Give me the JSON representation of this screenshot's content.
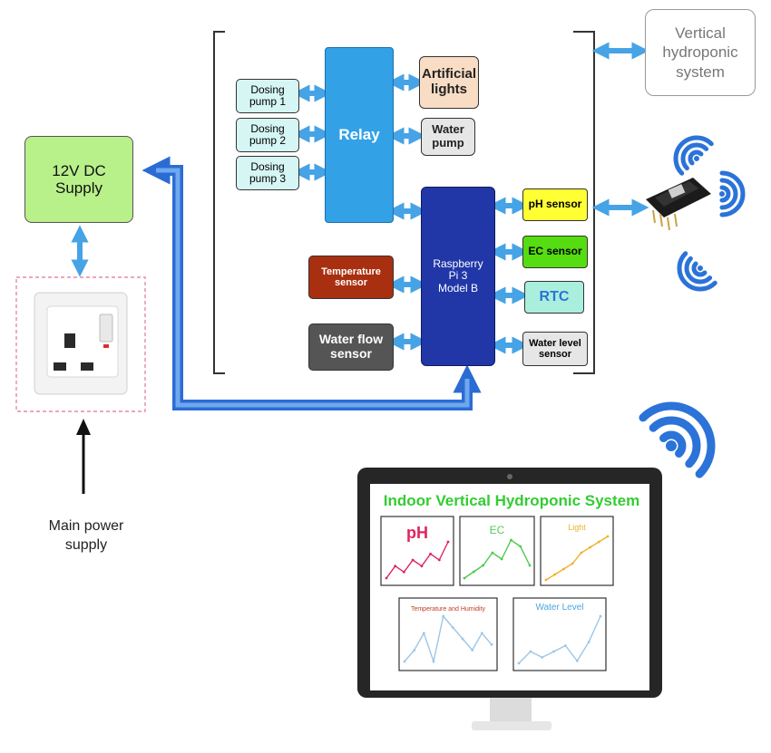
{
  "power": {
    "supply_label": "12V DC\nSupply",
    "main_label": "Main power\nsupply"
  },
  "controller": {
    "relay_label": "Relay",
    "pi_label": "Raspberry\nPi 3\nModel B"
  },
  "actuators": [
    {
      "label": "Dosing\npump 1"
    },
    {
      "label": "Dosing\npump 2"
    },
    {
      "label": "Dosing\npump 3"
    },
    {
      "label": "Artificial\nlights"
    },
    {
      "label": "Water\npump"
    }
  ],
  "sensors": [
    {
      "label": "pH sensor"
    },
    {
      "label": "EC sensor"
    },
    {
      "label": "RTC"
    },
    {
      "label": "Water level\nsensor"
    },
    {
      "label": "Temperature\nsensor"
    },
    {
      "label": "Water flow\nsensor"
    }
  ],
  "system": {
    "label": "Vertical\nhydroponic\nsystem"
  },
  "dashboard": {
    "title": "Indoor Vertical Hydroponic System",
    "panels": [
      {
        "title": "pH",
        "color": "#e0245e",
        "values": [
          2,
          3,
          2.5,
          3.5,
          3,
          4,
          3.5,
          5
        ]
      },
      {
        "title": "EC",
        "color": "#4cc94c",
        "values": [
          2,
          2.5,
          3,
          4,
          3.5,
          5,
          4.5,
          3
        ]
      },
      {
        "title": "Light",
        "color": "#f0b030",
        "values": [
          1,
          1.5,
          2,
          2.5,
          3.5,
          4,
          4.5,
          5
        ]
      },
      {
        "title": "Temperature and Humidity",
        "color": "#9cc6e6",
        "values": [
          3,
          3.2,
          3.5,
          3,
          3.8,
          3.6,
          3.4,
          3.2,
          3.5,
          3.3
        ]
      },
      {
        "title": "Water Level",
        "color": "#9cc6e6",
        "values": [
          1,
          2,
          1.5,
          2,
          2.5,
          1.2,
          2.8,
          5
        ]
      }
    ]
  },
  "colors": {
    "arrow": "#46a3e6",
    "arrow_dark": "#2b6cd4",
    "relay": "#33a1e6",
    "pi": "#2137a8",
    "supply": "#b8f08a",
    "dosing": "#d6f5f5",
    "lights": "#f8dcc4",
    "water_pump": "#e6e6e6",
    "ph": "#ffff33",
    "ec": "#55dd11",
    "rtc": "#aaeedd",
    "water_level": "#e6e6e6",
    "temperature": "#a83010",
    "water_flow": "#555555"
  }
}
